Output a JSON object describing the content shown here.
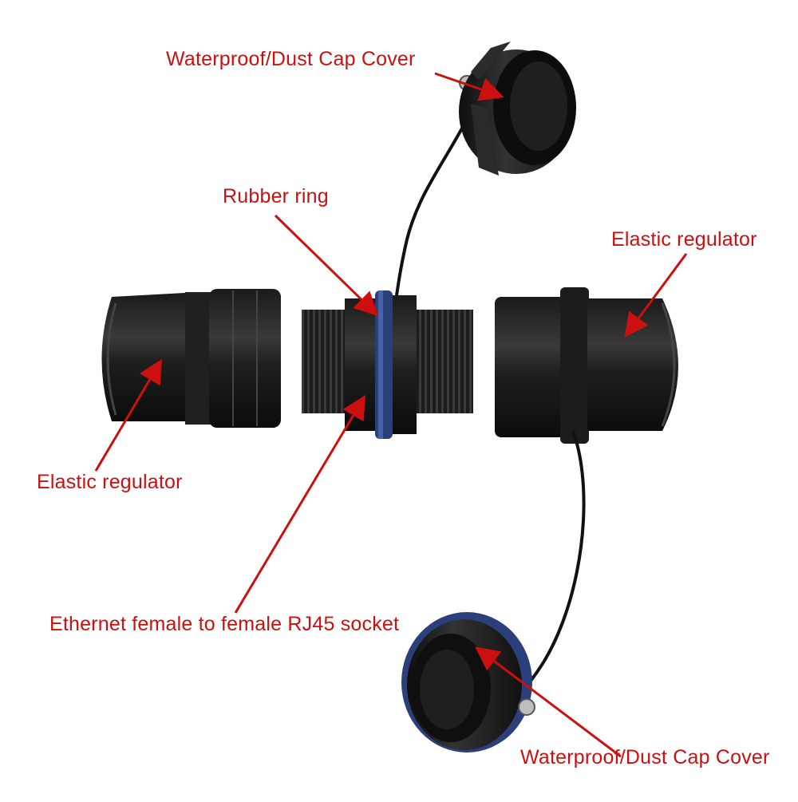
{
  "labels": {
    "cap_top": "Waterproof/Dust Cap Cover",
    "rubber_ring": "Rubber ring",
    "elastic_right": "Elastic regulator",
    "elastic_left": "Elastic regulator",
    "socket": "Ethernet female to female RJ45 socket",
    "cap_bottom": "Waterproof/Dust Cap Cover"
  },
  "colors": {
    "label_text": "#cc1010",
    "arrow": "#cc1010",
    "plastic_dark": "#151515",
    "plastic_mid": "#2a2a2a",
    "seal_ring": "#2b3f7a",
    "background": "#ffffff"
  }
}
